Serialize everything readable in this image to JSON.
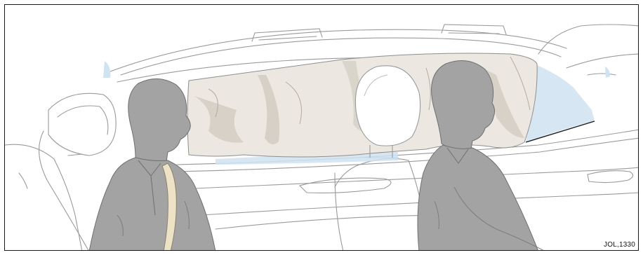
{
  "illustration": {
    "subject": "side-curtain-airbag-deployment",
    "occupants": [
      "rear-passenger",
      "front-passenger"
    ],
    "reference_code": "JOL,1330"
  },
  "colors": {
    "frame": "#1a1a1a",
    "line": "#9a9a9a",
    "occupant": "#a3a3a3",
    "occupant_shadow": "#8d8d8d",
    "airbag": "#ece8e1",
    "airbag_fold": "#cfc8bd",
    "glass": "#cfe3f1",
    "belt": "#ede2c6"
  }
}
